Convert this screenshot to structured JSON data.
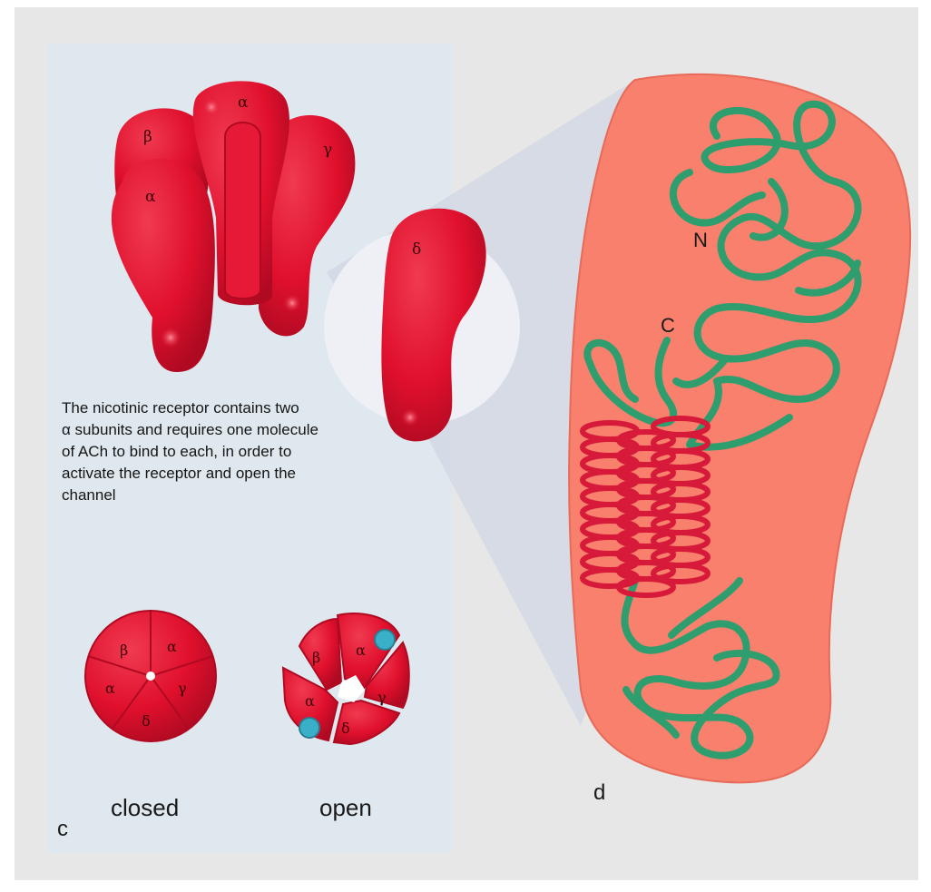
{
  "colors": {
    "subunit_red": "#e0102d",
    "subunit_dark": "#b00a22",
    "protein_backbone": "#2e9e6f",
    "helix_red": "#d81a3a",
    "cell_salmon": "#f8806c",
    "ach_blue": "#3ab0c8",
    "panel_bg": "#dfe8ee"
  },
  "assembly_labels": {
    "alpha_top": "α",
    "beta": "β",
    "gamma": "γ",
    "alpha_left": "α"
  },
  "delta_label": "δ",
  "caption_lines": [
    "The nicotinic receptor contains two",
    "α subunits and requires one molecule",
    "of ACh to bind to each, in order to",
    "activate the receptor and open the",
    "channel"
  ],
  "closed_ring": {
    "subunits": [
      "β",
      "α",
      "γ",
      "δ",
      "α"
    ],
    "label": "closed"
  },
  "open_ring": {
    "subunits": [
      "β",
      "α",
      "γ",
      "δ",
      "α"
    ],
    "label": "open"
  },
  "panel_c_label": "c",
  "panel_d_label": "d",
  "termini": {
    "n": "N",
    "c": "C"
  }
}
